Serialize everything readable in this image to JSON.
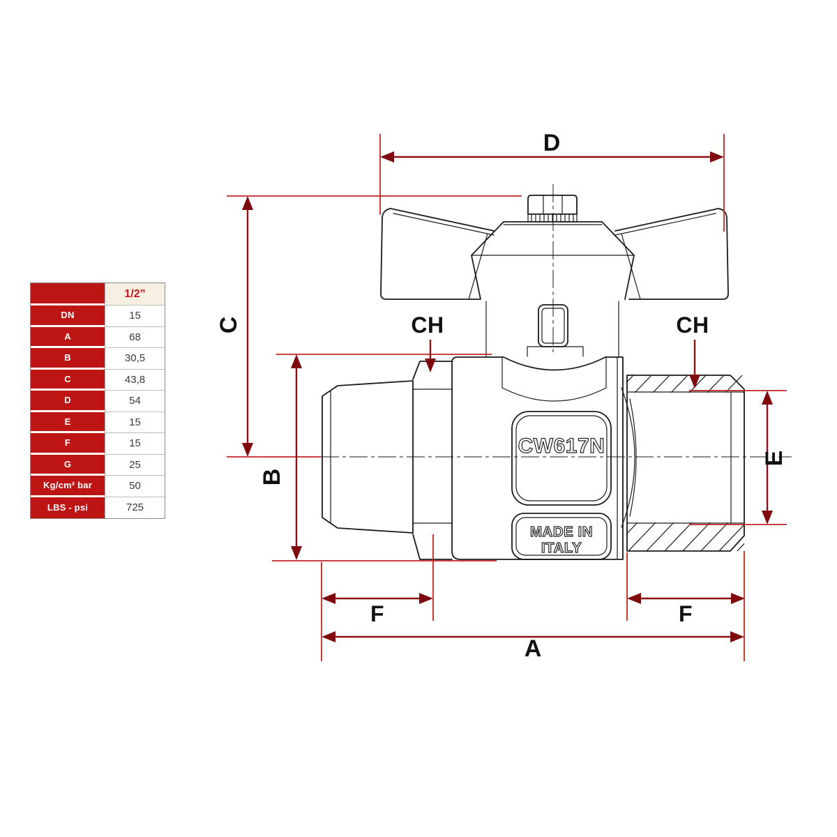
{
  "table": {
    "header": {
      "size_label": "1/2”"
    },
    "rows": [
      {
        "label": "DN",
        "value": "15"
      },
      {
        "label": "A",
        "value": "68"
      },
      {
        "label": "B",
        "value": "30,5"
      },
      {
        "label": "C",
        "value": "43,8"
      },
      {
        "label": "D",
        "value": "54"
      },
      {
        "label": "E",
        "value": "15"
      },
      {
        "label": "F",
        "value": "15"
      },
      {
        "label": "G",
        "value": "25"
      },
      {
        "label": "Kg/cm² bar",
        "value": "50"
      },
      {
        "label": "LBS - psi",
        "value": "725"
      }
    ]
  },
  "drawing": {
    "labels": {
      "d": "D",
      "c": "C",
      "b": "B",
      "e": "E",
      "f_left": "F",
      "f_right": "F",
      "a": "A",
      "ch_left": "CH",
      "ch_right": "CH"
    },
    "body_markings": {
      "alloy": "CW617N",
      "made_in_line1": "MADE IN",
      "made_in_line2": "ITALY"
    }
  },
  "colors": {
    "table_red": "#bd1414",
    "header_bg": "#f7efe2",
    "header_text": "#c3161c",
    "dimension_red": "#8e1014",
    "extension_red": "#c32424",
    "ink": "#1a1a1a",
    "value_text": "#3a3a3a"
  }
}
